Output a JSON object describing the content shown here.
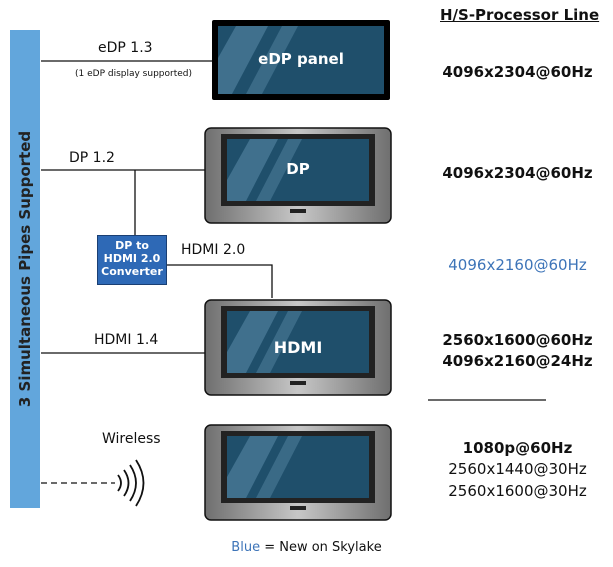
{
  "header": {
    "title": "H/S-Processor Line"
  },
  "sidebar": {
    "label": "3 Simultaneous Pipes Supported"
  },
  "connections": {
    "edp": {
      "label": "eDP 1.3",
      "note": "(1 eDP display supported)"
    },
    "dp": {
      "label": "DP 1.2"
    },
    "hdmi20": {
      "label": "HDMI 2.0"
    },
    "hdmi14": {
      "label": "HDMI 1.4"
    },
    "wireless": {
      "label": "Wireless"
    }
  },
  "converter": {
    "line1": "DP to",
    "line2": "HDMI 2.0",
    "line3": "Converter"
  },
  "displays": {
    "edp": {
      "label": "eDP panel"
    },
    "dp": {
      "label": "DP"
    },
    "hdmi": {
      "label": "HDMI"
    },
    "wireless": {
      "label": ""
    }
  },
  "resolutions": {
    "edp": "4096x2304@60Hz",
    "dp": "4096x2304@60Hz",
    "hdmi20": "4096x2160@60Hz",
    "hdmi14_1": "2560x1600@60Hz",
    "hdmi14_2": "4096x2160@24Hz",
    "wireless_1": "1080p@60Hz",
    "wireless_2": "2560x1440@30Hz",
    "wireless_3": "2560x1600@30Hz"
  },
  "footer": {
    "blue_word": "Blue",
    "rest": " = New on Skylake"
  },
  "colors": {
    "sidebar": "#62a6dc",
    "new": "#3d74b8",
    "screen": "#1f4f6b",
    "converter": "#2e69b6"
  }
}
